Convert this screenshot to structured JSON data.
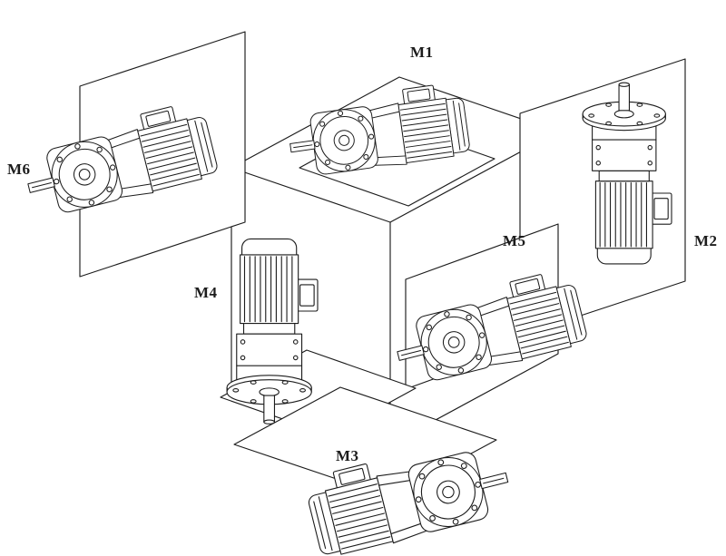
{
  "diagram": {
    "labels": {
      "m1": "M1",
      "m2": "M2",
      "m3": "M3",
      "m4": "M4",
      "m5": "M5",
      "m6": "M6"
    }
  },
  "colors": {
    "line": "#1c1c1c",
    "background": "#ffffff"
  }
}
